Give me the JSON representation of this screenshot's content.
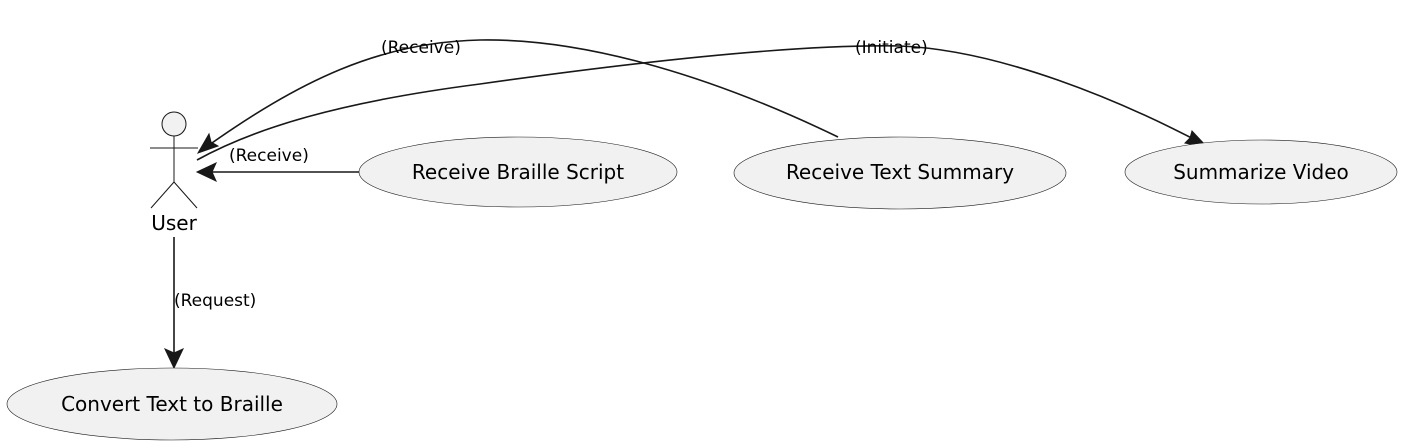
{
  "actor": {
    "label": "User"
  },
  "usecases": [
    {
      "id": "braille-script",
      "label": "Receive Braille Script"
    },
    {
      "id": "text-summary",
      "label": "Receive Text Summary"
    },
    {
      "id": "summarize-video",
      "label": "Summarize Video"
    },
    {
      "id": "convert-text",
      "label": "Convert Text to Braille"
    }
  ],
  "edges": [
    {
      "id": "initiate",
      "label": "(Initiate)"
    },
    {
      "id": "receive-summary",
      "label": "(Receive)"
    },
    {
      "id": "receive-braille",
      "label": "(Receive)"
    },
    {
      "id": "request",
      "label": "(Request)"
    }
  ],
  "colors": {
    "node_fill": "#f1f1f1",
    "stroke": "#181818",
    "background": "#ffffff"
  }
}
